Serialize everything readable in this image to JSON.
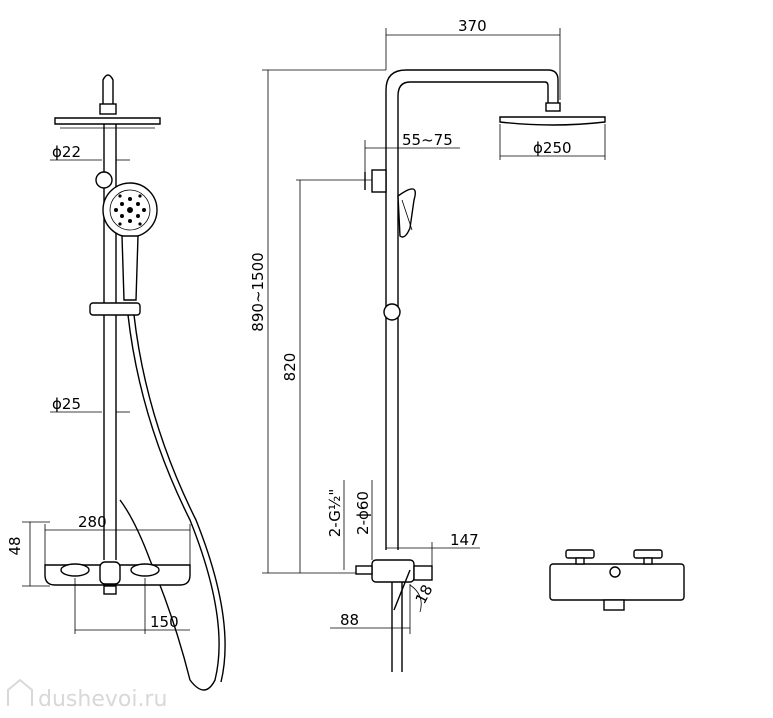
{
  "dimensions": {
    "front_diameter_top": "ϕ22",
    "front_diameter_bar": "ϕ25",
    "front_width": "280",
    "front_height": "48",
    "front_center": "150",
    "side_span": "370",
    "side_offset": "55~75",
    "side_head_diameter": "ϕ250",
    "side_height_range": "890~1500",
    "side_height": "820",
    "side_thread": "2-G½\"",
    "side_diameter": "2-ϕ60",
    "side_depth": "147",
    "side_base": "88",
    "side_angle": "18"
  },
  "watermark": "dushevoi.ru"
}
